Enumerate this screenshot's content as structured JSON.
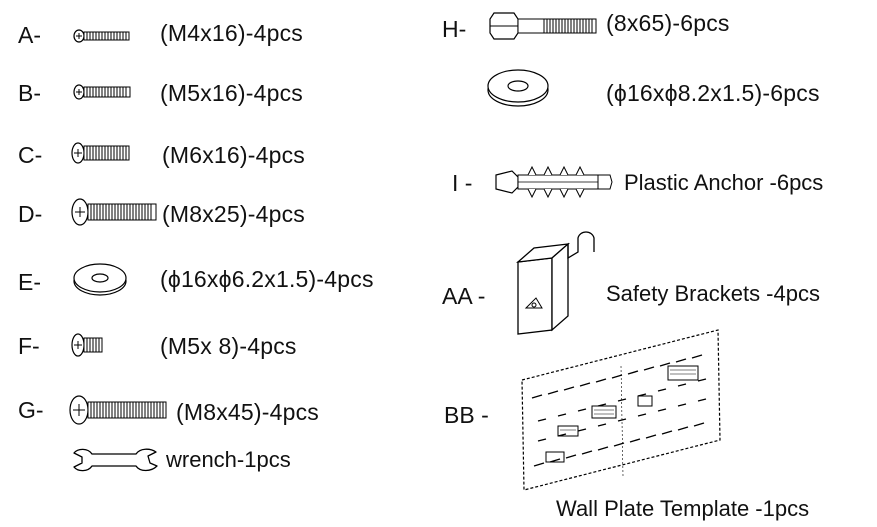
{
  "parts_left": [
    {
      "letter": "A-",
      "spec": "(M4x16)-4pcs",
      "icon": "screw-m4x16"
    },
    {
      "letter": "B-",
      "spec": "(M5x16)-4pcs",
      "icon": "screw-m5x16"
    },
    {
      "letter": "C-",
      "spec": "(M6x16)-4pcs",
      "icon": "screw-m6x16"
    },
    {
      "letter": "D-",
      "spec": "(M8x25)-4pcs",
      "icon": "screw-m8x25"
    },
    {
      "letter": "E-",
      "spec": "(ϕ16xϕ6.2x1.5)-4pcs",
      "icon": "washer"
    },
    {
      "letter": "F-",
      "spec": "(M5x 8)-4pcs",
      "icon": "screw-m5x8"
    },
    {
      "letter": "G-",
      "spec": "(M8x45)-4pcs",
      "icon": "screw-m8x45"
    }
  ],
  "wrench": {
    "label": "wrench-1pcs",
    "icon": "wrench"
  },
  "parts_right": {
    "h_letter": "H-",
    "h_bolt_spec": "(8x65)-6pcs",
    "h_washer_spec": "(ϕ16xϕ8.2x1.5)-6pcs",
    "i_letter": "I -",
    "i_label": "Plastic Anchor -6pcs",
    "aa_letter": "AA -",
    "aa_label": "Safety Brackets  -4pcs",
    "bb_letter": "BB -",
    "bb_label": "Wall Plate Template -1pcs"
  }
}
